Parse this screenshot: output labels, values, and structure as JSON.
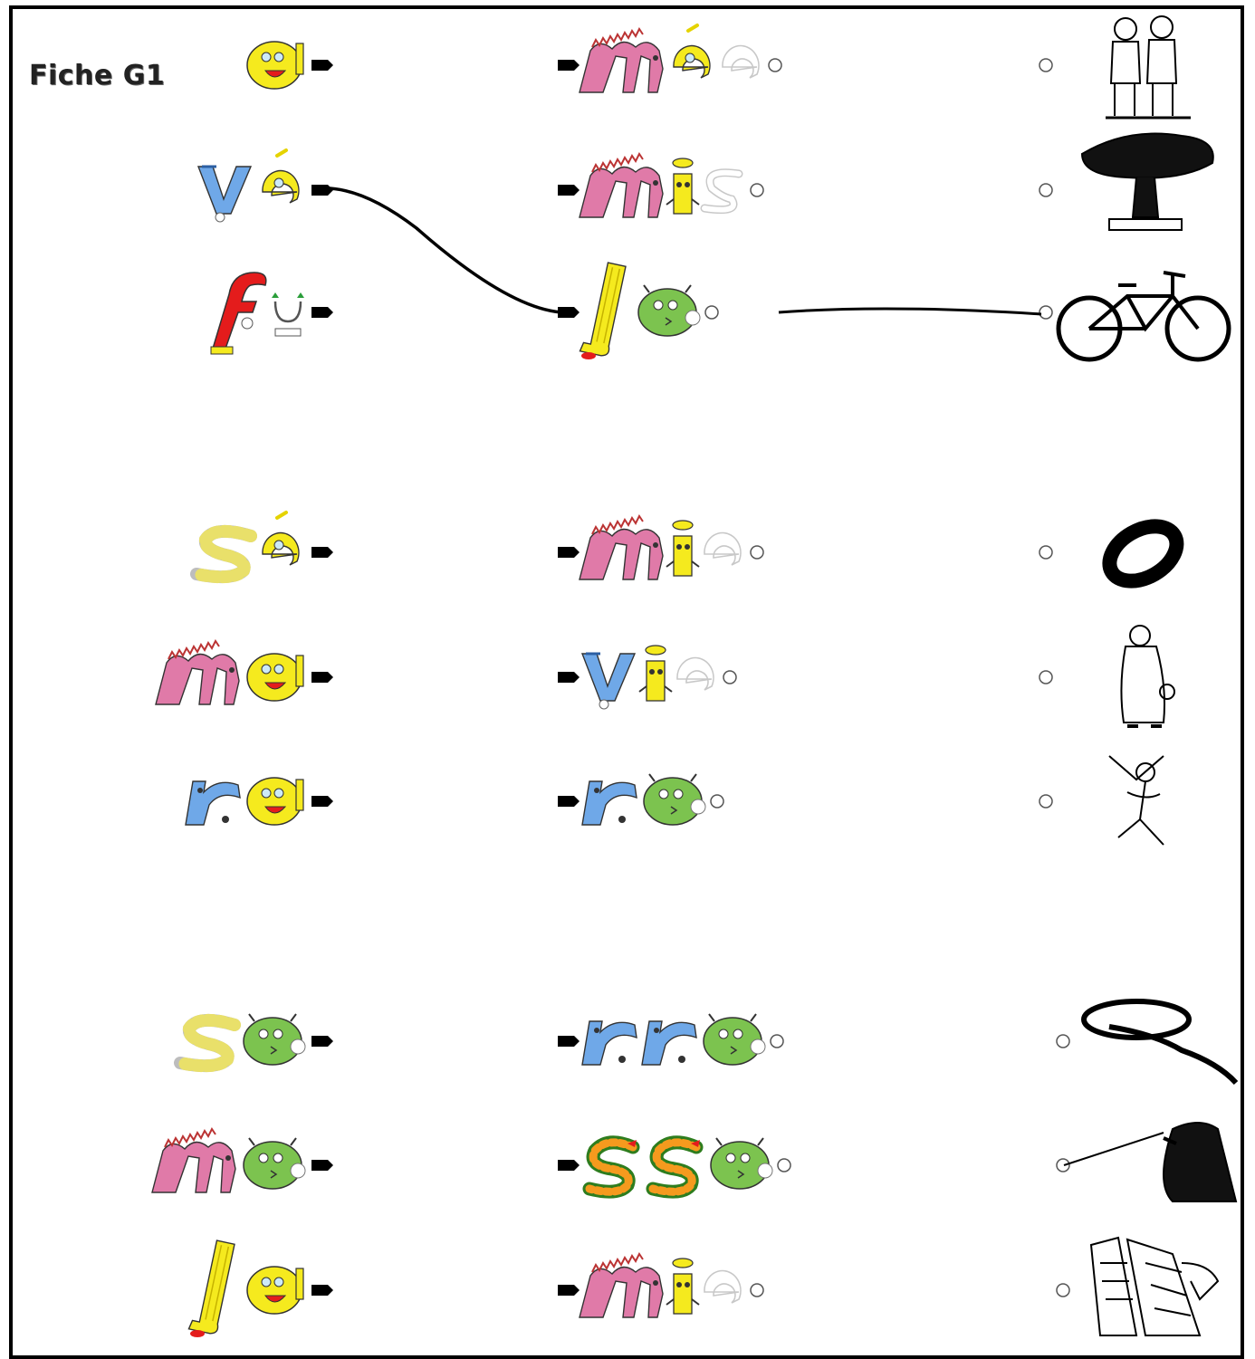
{
  "worksheet": {
    "title": "Fiche G1"
  },
  "colors": {
    "pink": "#e07aa8",
    "yellow": "#f5ea1e",
    "green": "#7cc34f",
    "blue": "#6fa8e8",
    "red": "#e41c1c",
    "grey": "#bdbdbd",
    "ink": "#000000"
  },
  "rows": [
    {
      "left": [
        "yellow-blob-letter-icon"
      ],
      "middle": [
        "pink-m-letter-icon",
        "yellow-e-letter-icon",
        "ghost-e-letter-icon"
      ],
      "picture": "two-boys-icon"
    },
    {
      "left": [
        "blue-v-letter-icon",
        "yellow-e-letter-icon"
      ],
      "middle": [
        "pink-m-letter-icon",
        "yellow-i-letter-icon",
        "ghost-s-letter-icon"
      ],
      "picture": "tree-icon"
    },
    {
      "left": [
        "red-f-letter-icon",
        "small-u-letter-icon"
      ],
      "middle": [
        "yellow-l-letter-icon",
        "green-o-letter-icon"
      ],
      "picture": "bicycle-icon"
    },
    {
      "left": [
        "grey-s-letter-icon",
        "yellow-e-letter-icon"
      ],
      "middle": [
        "pink-m-letter-icon",
        "yellow-i-letter-icon",
        "ghost-e-letter-icon"
      ],
      "picture": "zero-ring-icon"
    },
    {
      "left": [
        "pink-m-letter-icon",
        "yellow-blob-letter-icon"
      ],
      "middle": [
        "blue-v-letter-icon",
        "yellow-i-letter-icon",
        "ghost-e-letter-icon"
      ],
      "picture": "grandmother-icon"
    },
    {
      "left": [
        "blue-r-letter-icon",
        "yellow-blob-letter-icon"
      ],
      "middle": [
        "blue-r-letter-icon",
        "green-o-letter-icon"
      ],
      "picture": "falling-man-icon"
    },
    {
      "left": [
        "grey-s-letter-icon",
        "green-o-letter-icon"
      ],
      "middle": [
        "blue-r-letter-icon",
        "blue-r-letter-icon",
        "green-o-letter-icon"
      ],
      "picture": "lasso-rope-icon"
    },
    {
      "left": [
        "pink-m-letter-icon",
        "green-o-letter-icon"
      ],
      "middle": [
        "green-snake-s-letter-icon",
        "green-snake-s-letter-icon",
        "green-o-letter-icon"
      ],
      "picture": "masked-fencer-icon"
    },
    {
      "left": [
        "yellow-l-letter-icon",
        "yellow-blob-letter-icon"
      ],
      "middle": [
        "pink-m-letter-icon",
        "yellow-i-letter-icon",
        "ghost-e-letter-icon"
      ],
      "picture": "mummies-icon"
    }
  ],
  "answer_lines": [
    {
      "from": "row-2-left",
      "to": "row-3-middle"
    },
    {
      "from": "row-3-middle",
      "to": "row-3-picture"
    }
  ]
}
